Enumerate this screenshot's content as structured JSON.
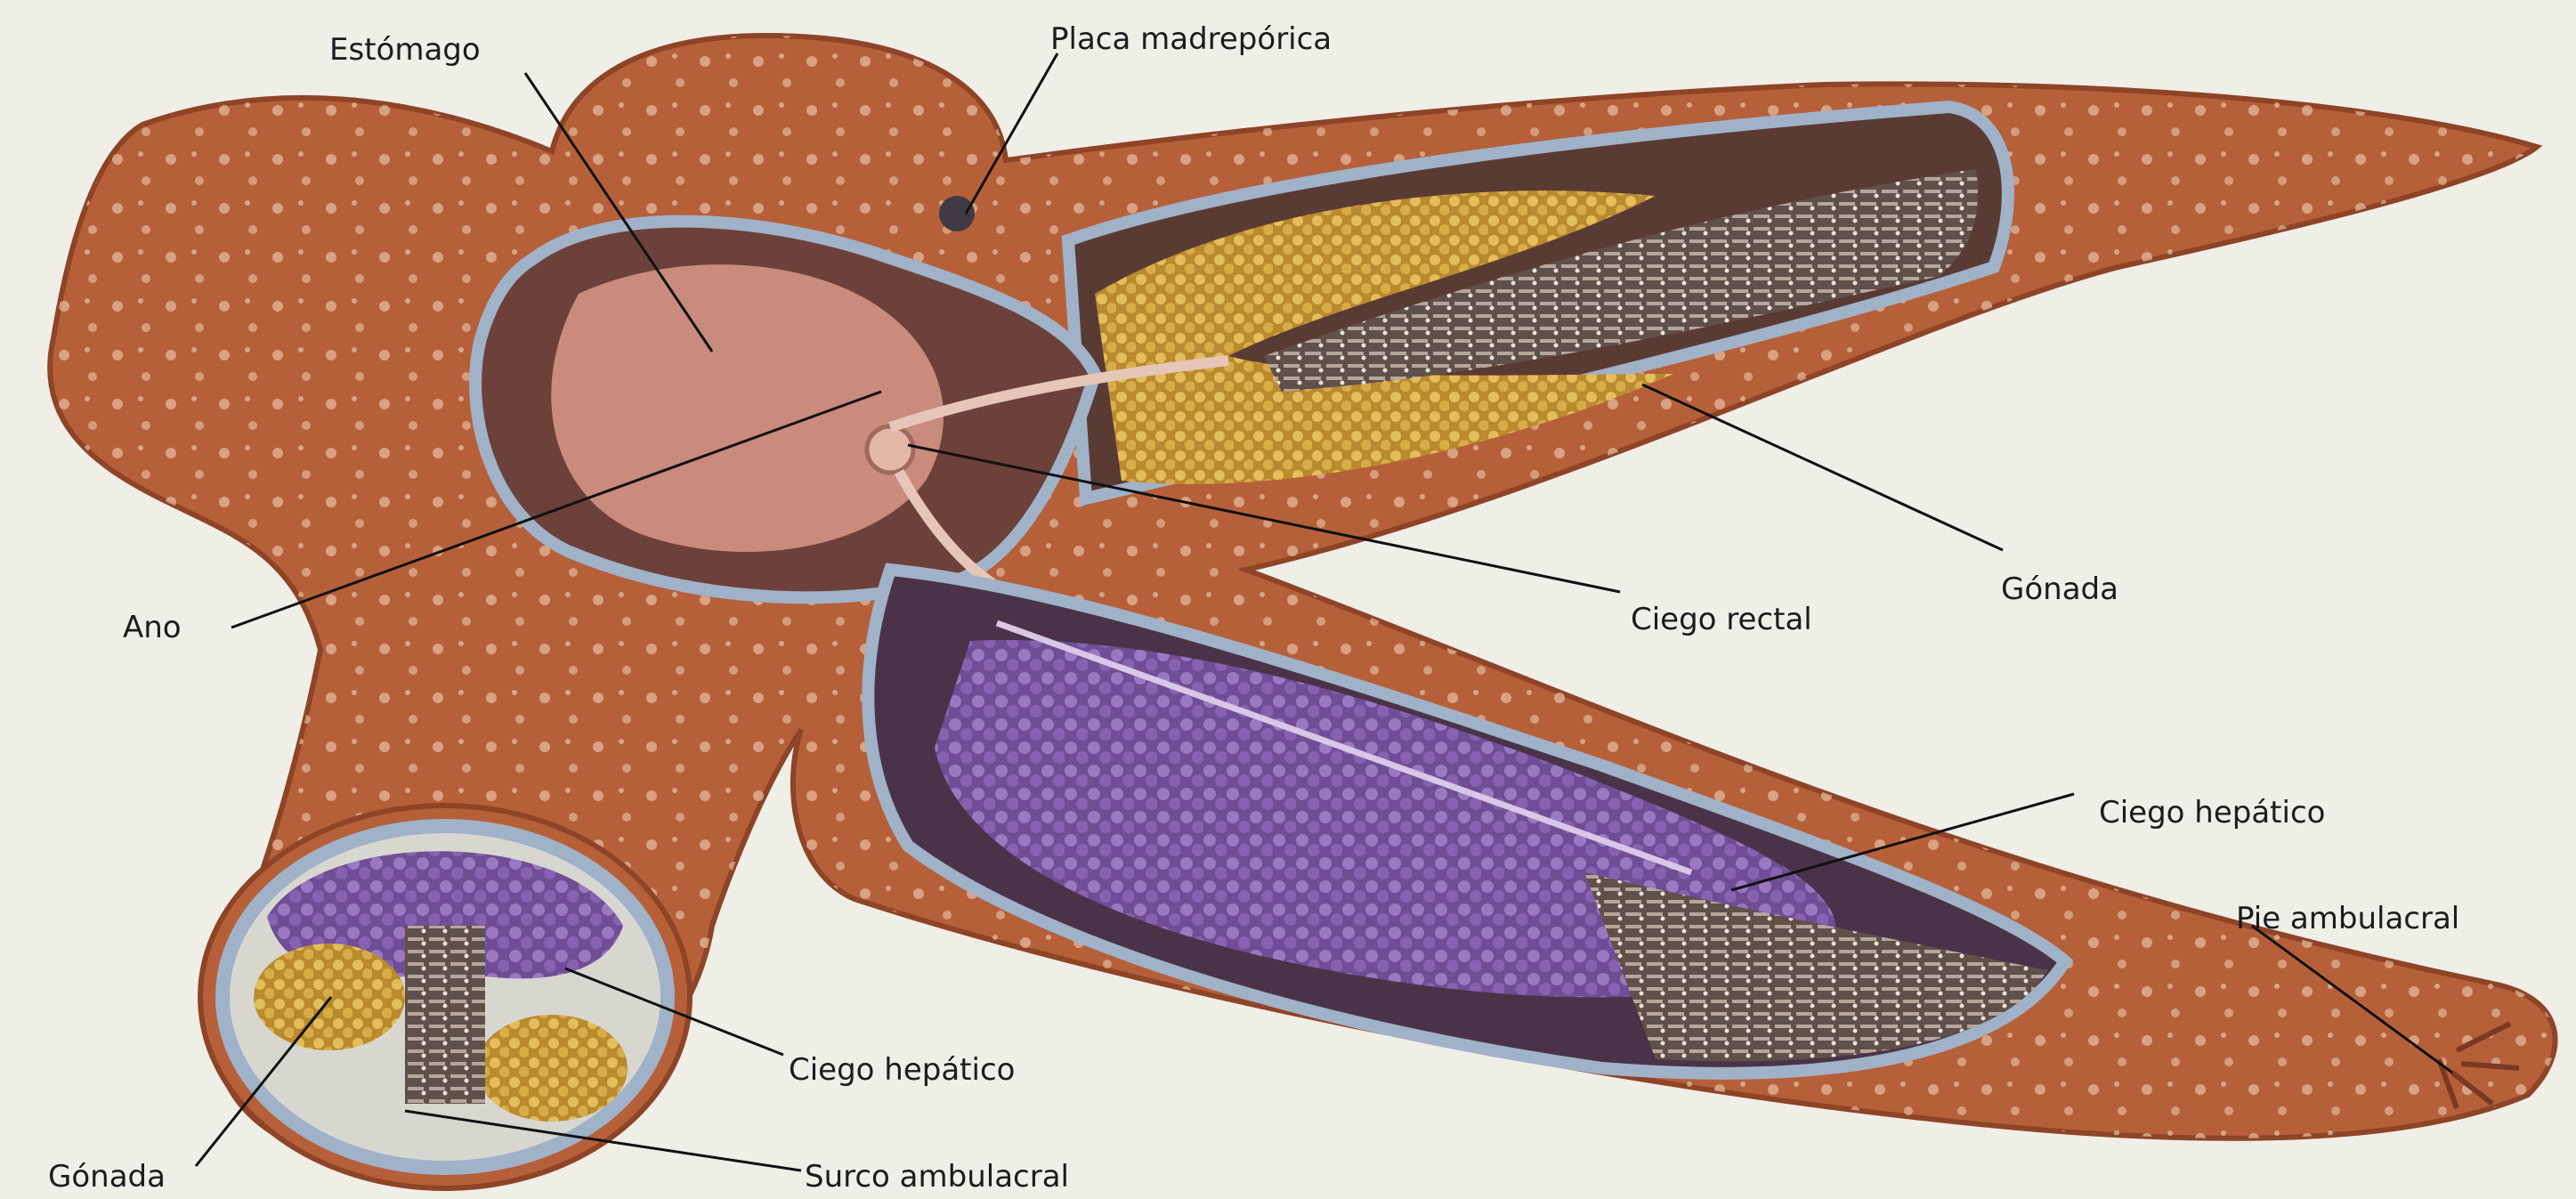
{
  "labels": {
    "estomago": "Estómago",
    "placa": "Placa madrepórica",
    "ano": "Ano",
    "ciego_rectal": "Ciego rectal",
    "gonada_main": "Gónada",
    "ciego_hepatico_main": "Ciego hepático",
    "pie_ambulacral": "Pie ambulacral",
    "ciego_hepatico_section": "Ciego hepático",
    "gonada_section": "Gónada",
    "surco_ambulacral": "Surco ambulacral"
  },
  "colors": {
    "background": "#efeee7",
    "body_skin": "#b6603a",
    "body_skin_dark": "#8e4426",
    "tubercle": "#e2b89a",
    "coelom_lining": "#9fb2c8",
    "stomach": "#c98b7c",
    "gonad": "#d6ad45",
    "hepatic_caecum": "#8a64b0",
    "ambulacral_groove": "#7a6a62"
  }
}
